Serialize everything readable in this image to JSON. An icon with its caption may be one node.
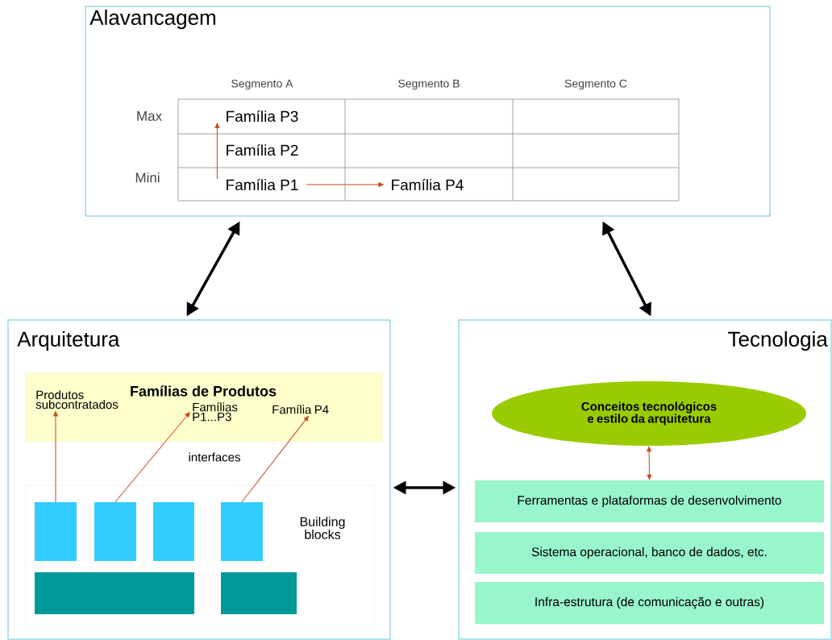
{
  "diagram": {
    "nodes": [
      {
        "text": [
          "Alavancagem"
        ]
      },
      {
        "text": [
          "Família P3"
        ],
        "in": 0
      },
      {
        "text": [
          "Família P2"
        ],
        "in": 0
      },
      {
        "text": [
          "Família P1"
        ],
        "in": 0
      },
      {
        "text": [
          "Família P4"
        ],
        "in": 0
      },
      {
        "text": [
          "Arquitetura"
        ]
      },
      {
        "text": [
          "Famílias de Produtos"
        ],
        "in": 5
      },
      {
        "text": [
          "Produtos subcontratados"
        ],
        "in": 6
      },
      {
        "text": [
          "Famílias P1...P3"
        ],
        "in": 6
      },
      {
        "text": [
          "Família P4"
        ],
        "in": 6
      },
      {
        "text": [
          "Building blocks"
        ],
        "in": 5
      },
      {
        "text": [],
        "shape": "box",
        "in": 10
      },
      {
        "text": [],
        "shape": "box",
        "in": 10
      },
      {
        "text": [],
        "shape": "box",
        "in": 10
      },
      {
        "text": [],
        "shape": "box",
        "in": 10
      },
      {
        "text": [],
        "shape": "box",
        "in": 10
      },
      {
        "text": [],
        "shape": "box",
        "in": 10
      },
      {
        "text": [
          "Tecnologia"
        ]
      },
      {
        "text": [
          "Conceitos tecnológicos e estilo da arquitetura"
        ],
        "in": 17
      },
      {
        "text": [
          "Ferramentas e plataformas de desenvolvimento"
        ],
        "in": 17
      },
      {
        "text": [
          "Sistema operacional, banco de dados, etc."
        ],
        "in": 17
      },
      {
        "text": [
          "Infra-estrutura (de comunicação e outras)"
        ],
        "in": 17
      }
    ],
    "edges": [
      {
        "from": 3,
        "to": 1,
        "arrow": "to"
      },
      {
        "from": 3,
        "to": 4,
        "arrow": "to"
      },
      {
        "from": 11,
        "to": 7,
        "arrow": "to"
      },
      {
        "from": 12,
        "to": 8,
        "arrow": "to"
      },
      {
        "from": 14,
        "to": 9,
        "arrow": "to"
      },
      {
        "from": 0,
        "to": 5,
        "arrow": "both",
        "style": "thick",
        "color": "#000000"
      },
      {
        "from": 0,
        "to": 17,
        "arrow": "both",
        "style": "thick",
        "color": "#000000"
      },
      {
        "from": 5,
        "to": 17,
        "arrow": "both",
        "style": "thick",
        "color": "#000000"
      },
      {
        "from": 18,
        "to": 19,
        "arrow": "both"
      }
    ],
    "labels": [
      "Segmento A",
      "Segmento B",
      "Segmento C",
      "Max",
      "Mini",
      "interfaces"
    ]
  }
}
